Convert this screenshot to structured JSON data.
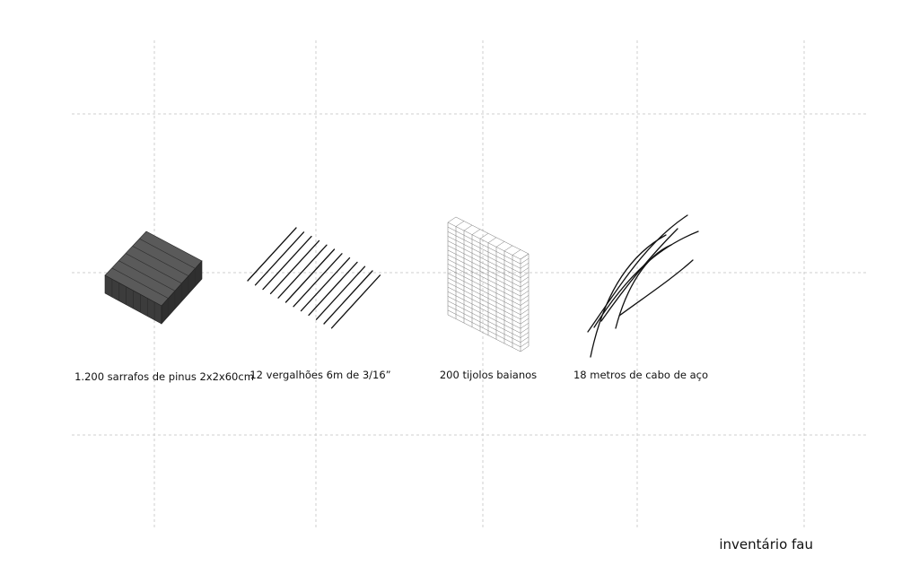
{
  "items": [
    {
      "label": "1.200 sarrafos de pinus 2x2x60cm",
      "icon": "wood-block-icon"
    },
    {
      "label": "12 vergalhões 6m de 3/16”",
      "icon": "rebar-lines-icon"
    },
    {
      "label": "200 tijolos baianos",
      "icon": "brick-wall-icon"
    },
    {
      "label": "18 metros de cabo de aço",
      "icon": "steel-cable-icon"
    }
  ],
  "footer": "inventário fau",
  "colors": {
    "guide": "#cfcfcf",
    "ink": "#111111",
    "block_top": "#5a5a5a",
    "block_side": "#3a3a3a"
  }
}
